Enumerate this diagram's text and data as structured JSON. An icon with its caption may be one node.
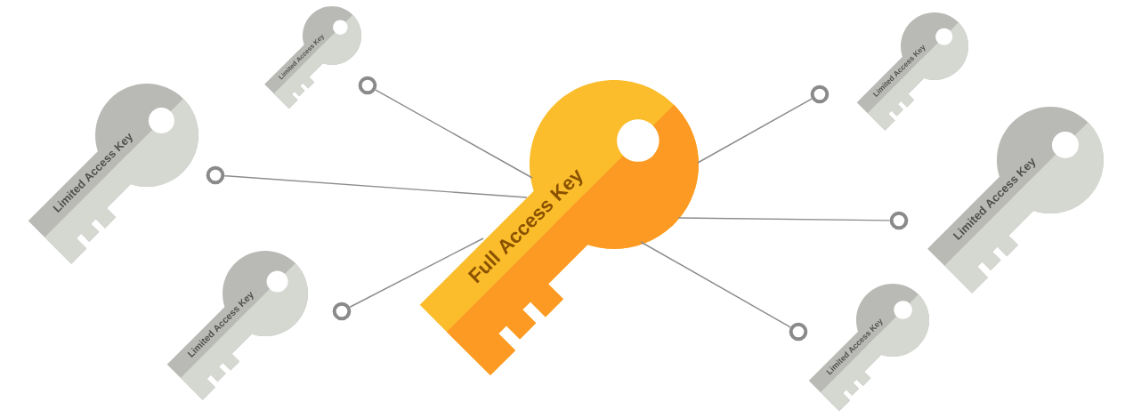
{
  "diagram": {
    "nodes": [
      {
        "text": [
          "Full Access Key"
        ]
      },
      {
        "text": [
          "Limited Access Key"
        ]
      },
      {
        "text": [
          "Limited Access Key"
        ]
      },
      {
        "text": [
          "Limited Access Key"
        ]
      },
      {
        "text": [
          "Limited Access Key"
        ]
      },
      {
        "text": [
          "Limited Access Key"
        ]
      },
      {
        "text": [
          "Limited Access Key"
        ]
      },
      {
        "text": [],
        "shape": "circle"
      },
      {
        "text": [],
        "shape": "circle"
      },
      {
        "text": [],
        "shape": "circle"
      },
      {
        "text": [],
        "shape": "circle"
      },
      {
        "text": [],
        "shape": "circle"
      },
      {
        "text": [],
        "shape": "circle"
      }
    ],
    "edges": [
      {
        "from": 0,
        "to": 7,
        "arrow": "none"
      },
      {
        "from": 0,
        "to": 8,
        "arrow": "none"
      },
      {
        "from": 0,
        "to": 9,
        "arrow": "none"
      },
      {
        "from": 0,
        "to": 10,
        "arrow": "none"
      },
      {
        "from": 0,
        "to": 11,
        "arrow": "none"
      },
      {
        "from": 0,
        "to": 12,
        "arrow": "none"
      }
    ]
  }
}
